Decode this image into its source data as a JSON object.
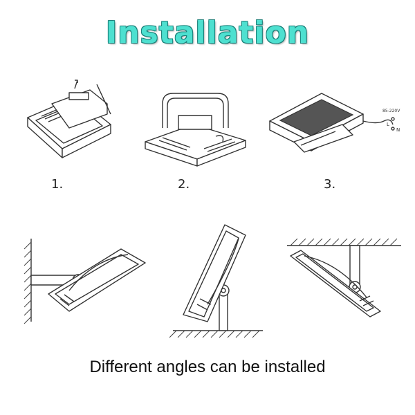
{
  "title": "Installation",
  "steps": [
    "1.",
    "2.",
    "3."
  ],
  "wire_labels": [
    "L",
    "N",
    "85-220V"
  ],
  "caption": "Different angles can be installed",
  "colors": {
    "title": "#4ee0d0",
    "title_outline": "#1a7f78",
    "line_art": "#333333"
  }
}
